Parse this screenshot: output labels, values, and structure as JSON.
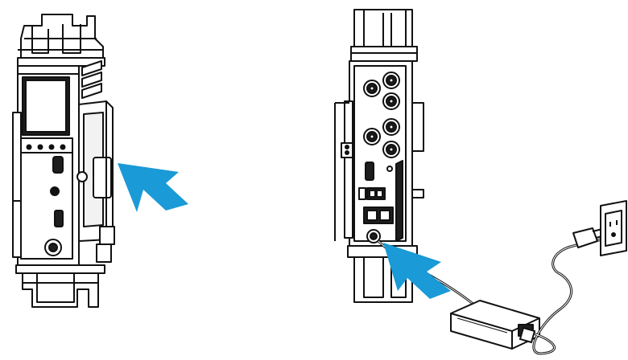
{
  "figure": {
    "panels": [
      {
        "id": "left",
        "subject": "device-side-view-battery-plate",
        "arrow_color": "#1a9ad6"
      },
      {
        "id": "right",
        "subject": "device-rear-view-dc-input-with-power-adapter",
        "arrow_color": "#1a9ad6"
      }
    ],
    "colors": {
      "line": "#111111",
      "fill_light": "#ffffff",
      "fill_dark": "#1e1e1e",
      "fill_gray": "#e6e6e6",
      "arrow": "#1a9ad6"
    },
    "icons": [
      "device-body",
      "battery-plate",
      "bnc-connectors",
      "hdmi-port",
      "usb-ports",
      "ethernet-port",
      "dc-input",
      "power-adapter",
      "power-cable",
      "wall-outlet",
      "insertion-arrow"
    ]
  }
}
